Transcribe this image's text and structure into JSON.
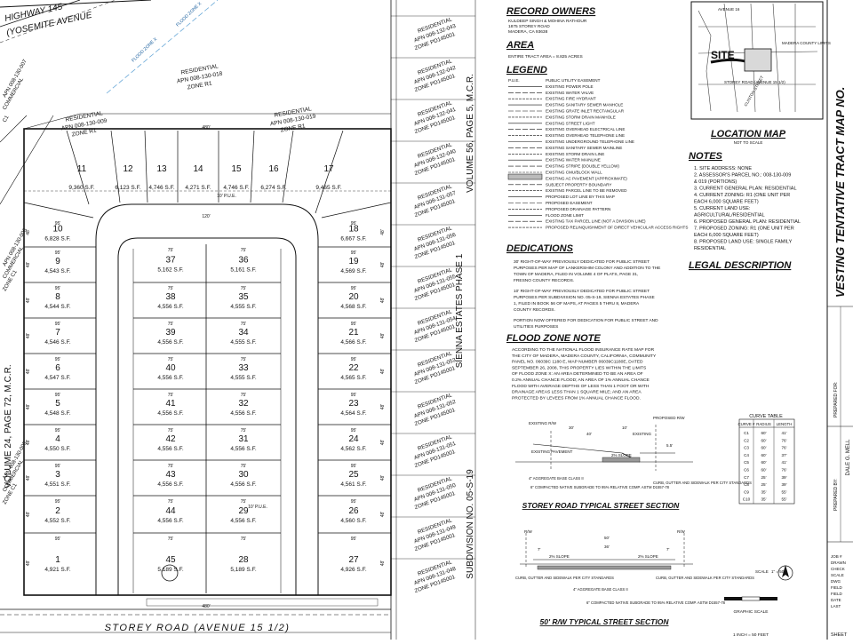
{
  "plan": {
    "highway": [
      "HIGHWAY 145",
      "(YOSEMITE AVENUE"
    ],
    "street_bottom": "STOREY ROAD (AVENUE 15 1/2)",
    "left_volume": "VOLUME 24, PAGE 72, M.C.R.",
    "center_volume": "VOLUME 56, PAGE 5, M.C.R.",
    "sienna": "SIENNA ESTATES PHASE 1",
    "subdivision": "SUBDIVISION NO. 05-S-19",
    "flood_zone": "FLOOD ZONE X",
    "top_parcels": [
      {
        "type": "RESIDENTIAL",
        "apn": "APN 008-130-018",
        "zone": "ZONE R1"
      },
      {
        "type": "RESIDENTIAL",
        "apn": "APN 008-130-009",
        "zone": "ZONE R1"
      },
      {
        "type": "RESIDENTIAL",
        "apn": "APN 008-130-019",
        "zone": "ZONE R1"
      }
    ],
    "right_parcels": [
      {
        "type": "RESIDENTIAL",
        "apn": "APN 008-132-043",
        "zone": "ZONE PD145001"
      },
      {
        "type": "RESIDENTIAL",
        "apn": "APN 008-132-042",
        "zone": "ZONE PD145001"
      },
      {
        "type": "RESIDENTIAL",
        "apn": "APN 008-132-041",
        "zone": "ZONE PD145001"
      },
      {
        "type": "RESIDENTIAL",
        "apn": "APN 008-132-040",
        "zone": "ZONE PD145001"
      },
      {
        "type": "RESIDENTIAL",
        "apn": "APN 008-131-057",
        "zone": "ZONE PD145001"
      },
      {
        "type": "RESIDENTIAL",
        "apn": "APN 008-131-056",
        "zone": "ZONE PD145001"
      },
      {
        "type": "RESIDENTIAL",
        "apn": "APN 008-131-055",
        "zone": "ZONE PD145001"
      },
      {
        "type": "RESIDENTIAL",
        "apn": "APN 008-131-054",
        "zone": "ZONE PD145001"
      },
      {
        "type": "RESIDENTIAL",
        "apn": "APN 008-131-053",
        "zone": "ZONE PD145001"
      },
      {
        "type": "RESIDENTIAL",
        "apn": "APN 008-131-052",
        "zone": "ZONE PD145001"
      },
      {
        "type": "RESIDENTIAL",
        "apn": "APN 008-131-051",
        "zone": "ZONE PD145001"
      },
      {
        "type": "RESIDENTIAL",
        "apn": "APN 008-131-050",
        "zone": "ZONE PD145001"
      },
      {
        "type": "RESIDENTIAL",
        "apn": "APN 008-131-049",
        "zone": "ZONE PD145001"
      },
      {
        "type": "RESIDENTIAL",
        "apn": "APN 008-131-048",
        "zone": "ZONE PD145001"
      }
    ],
    "left_edge_text": [
      "APN 008-130-007",
      "COMMERCIAL",
      "C1",
      "APN 008-130-006",
      "COMMERCIAL",
      "ZONE C1",
      "APN 008-130-005",
      "COMMERCIAL",
      "ZONE C1"
    ],
    "lots_left": [
      {
        "n": "10",
        "area": "6,828 S.F."
      },
      {
        "n": "9",
        "area": "4,543 S.F."
      },
      {
        "n": "8",
        "area": "4,544 S.F."
      },
      {
        "n": "7",
        "area": "4,546 S.F."
      },
      {
        "n": "6",
        "area": "4,547 S.F."
      },
      {
        "n": "5",
        "area": "4,548 S.F."
      },
      {
        "n": "4",
        "area": "4,550 S.F."
      },
      {
        "n": "3",
        "area": "4,551 S.F."
      },
      {
        "n": "2",
        "area": "4,552 S.F."
      },
      {
        "n": "1",
        "area": "4,921 S.F."
      }
    ],
    "lots_top": [
      {
        "n": "11",
        "area": "9,360 S.F."
      },
      {
        "n": "12",
        "area": "6,123 S.F."
      },
      {
        "n": "13",
        "area": "4,746 S.F."
      },
      {
        "n": "14",
        "area": "4,271 S.F."
      },
      {
        "n": "15",
        "area": "4,746 S.F."
      },
      {
        "n": "16",
        "area": "6,274 S.F."
      },
      {
        "n": "17",
        "area": "9,465 S.F."
      }
    ],
    "lots_right": [
      {
        "n": "18",
        "area": "6,667 S.F."
      },
      {
        "n": "19",
        "area": "4,569 S.F."
      },
      {
        "n": "20",
        "area": "4,568 S.F."
      },
      {
        "n": "21",
        "area": "4,566 S.F."
      },
      {
        "n": "22",
        "area": "4,565 S.F."
      },
      {
        "n": "23",
        "area": "4,564 S.F."
      },
      {
        "n": "24",
        "area": "4,562 S.F."
      },
      {
        "n": "25",
        "area": "4,561 S.F."
      },
      {
        "n": "26",
        "area": "4,560 S.F."
      },
      {
        "n": "27",
        "area": "4,926 S.F."
      }
    ],
    "lots_center_left": [
      {
        "n": "37",
        "area": "5,162 S.F."
      },
      {
        "n": "38",
        "area": "4,556 S.F."
      },
      {
        "n": "39",
        "area": "4,556 S.F."
      },
      {
        "n": "40",
        "area": "4,556 S.F."
      },
      {
        "n": "41",
        "area": "4,556 S.F."
      },
      {
        "n": "42",
        "area": "4,556 S.F."
      },
      {
        "n": "43",
        "area": "4,556 S.F."
      },
      {
        "n": "44",
        "area": "4,556 S.F."
      },
      {
        "n": "45",
        "area": "5,189 S.F."
      }
    ],
    "lots_center_right": [
      {
        "n": "36",
        "area": "5,161 S.F."
      },
      {
        "n": "35",
        "area": "4,555 S.F."
      },
      {
        "n": "34",
        "area": "4,555 S.F."
      },
      {
        "n": "33",
        "area": "4,555 S.F."
      },
      {
        "n": "32",
        "area": "4,556 S.F."
      },
      {
        "n": "31",
        "area": "4,556 S.F."
      },
      {
        "n": "30",
        "area": "4,556 S.F."
      },
      {
        "n": "29",
        "area": "4,556 S.F."
      },
      {
        "n": "28",
        "area": "5,189 S.F."
      }
    ],
    "dim_labels": {
      "left_width": "95'",
      "lot_depth": "48'",
      "center_width": "75'",
      "row_width": "48'",
      "top_span": "480'",
      "bottom_span": "480'",
      "street": "10' P.U.E.",
      "r_w": "120'"
    }
  },
  "record_owners": {
    "title": "RECORD OWNERS",
    "lines": [
      "KULDEEP SINGH & MOHINA RATHOUR",
      "1875 STOREY ROAD",
      "MADERA, CA 93638"
    ]
  },
  "area": {
    "title": "AREA",
    "text": "ENTIRE TRACT AREA = 8.825 ACRES"
  },
  "legend": {
    "title": "LEGEND",
    "items": [
      {
        "sym": "P.U.E.",
        "text": "PUBLIC UTILITY EASEMENT"
      },
      {
        "sym": "",
        "text": "EXISTING POWER POLE"
      },
      {
        "sym": "",
        "text": "EXISTING WATER VALVE"
      },
      {
        "sym": "",
        "text": "EXISTING FIRE HYDRANT"
      },
      {
        "sym": "",
        "text": "EXISTING SANITARY SEWER MANHOLE"
      },
      {
        "sym": "",
        "text": "EXISTING GRATE INLET RECTANGULAR"
      },
      {
        "sym": "",
        "text": "EXISTING STORM DRAIN MANHOLE"
      },
      {
        "sym": "",
        "text": "EXISTING STREET LIGHT"
      },
      {
        "sym": "",
        "text": "EXISTING OVERHEAD ELECTRICAL LINE"
      },
      {
        "sym": "",
        "text": "EXISTING OVERHEAD TELEPHONE LINE"
      },
      {
        "sym": "",
        "text": "EXISTING UNDERGROUND TELEPHONE LINE"
      },
      {
        "sym": "",
        "text": "EXISTING SANITARY SEWER MAINLINE"
      },
      {
        "sym": "",
        "text": "EXISTING STORM DRAIN LINE"
      },
      {
        "sym": "",
        "text": "EXISTING WATER MAINLINE"
      },
      {
        "sym": "",
        "text": "EXISTING STRIPE (DOUBLE YELLOW)"
      },
      {
        "sym": "",
        "text": "EXISTING CMU/BLOCK WALL"
      },
      {
        "sym": "",
        "text": "EXISTING AC PAVEMENT (APPROXIMATE)"
      },
      {
        "sym": "",
        "text": "SUBJECT PROPERTY BOUNDARY"
      },
      {
        "sym": "",
        "text": "EXISTING PARCEL LINE TO BE REMOVED"
      },
      {
        "sym": "",
        "text": "PROPOSED LOT LINE BY THIS MAP"
      },
      {
        "sym": "",
        "text": "PROPOSED EASEMENT"
      },
      {
        "sym": "",
        "text": "PROPOSED DRAINAGE PATTERN"
      },
      {
        "sym": "",
        "text": "FLOOD ZONE LIMIT"
      },
      {
        "sym": "",
        "text": "EXISTING TAX PARCEL LINE (NOT A DIVISION LINE)"
      },
      {
        "sym": "",
        "text": "PROPOSED RELINQUISHMENT OF DIRECT VEHICULAR ACCESS RIGHTS"
      }
    ]
  },
  "dedications": {
    "title": "DEDICATIONS",
    "items": [
      "30' RIGHT-OF-WAY PREVIOUSLY DEDICATED FOR PUBLIC STREET PURPOSES PER MAP OF LANKERSHIM COLONY AND ADDITION TO THE TOWN OF MADERA, FILED IN VOLUME 4 OF PLATS, PAGE 31, FRESNO COUNTY RECORDS.",
      "10' RIGHT-OF-WAY PREVIOUSLY DEDICATED FOR PUBLIC STREET PURPOSES PER SUBDIVISION NO. 05-S-19, SIENNA ESTATES PHASE 1, FILED IN BOOK 56 OF MAPS, AT PAGES 5 THRU 8, MADERA COUNTY RECORDS.",
      "PORTION NOW OFFERED FOR DEDICATION FOR PUBLIC STREET AND UTILITIES PURPOSES"
    ]
  },
  "flood": {
    "title": "FLOOD ZONE NOTE",
    "text": "ACCORDING TO THE NATIONAL FLOOD INSURANCE RATE MAP FOR THE CITY OF MADERA, MADERA COUNTY, CALIFORNIA, COMMUNITY PANEL NO. 06039C 1180 E, MAP NUMBER 06039C1180E, DATED SEPTEMBER 26, 2008, THIS PROPERTY LIES WITHIN THE LIMITS OF FLOOD ZONE X: AN AREA DETERMINED TO BE AN AREA OF 0.2% ANNUAL CHANCE FLOOD; AN AREA OF 1% ANNUAL CHANCE FLOOD WITH AVERAGE DEPTHS OF LESS THAN 1 FOOT OR WITH DRAINAGE AREAS LESS THAN 1 SQUARE MILE; AND AN AREA PROTECTED BY LEVEES FROM 1% ANNUAL CHANCE FLOOD."
  },
  "section1": {
    "title": "STOREY ROAD TYPICAL STREET SECTION",
    "labels": [
      "EXISTING R/W",
      "PROPOSED R/W",
      "EXISTING PAVEMENT",
      "EXISTING",
      "2% SLOPE",
      "CURB, GUTTER AND SIDEWALK PER CITY STANDARDS",
      "4\" AGGREGATE BASE CLASS II",
      "6\" COMPACTED NATIVE SUBGRADE TO 95% RELATIVE COMP. ASTM D1557-78",
      "30'",
      "10'",
      "40'",
      "5.5'"
    ]
  },
  "section2": {
    "title": "50' R/W TYPICAL STREET SECTION",
    "labels": [
      "R/W",
      "R/W",
      "2% SLOPE",
      "2% SLOPE",
      "CURB, GUTTER AND SIDEWALK PER CITY STANDARDS",
      "CURB, GUTTER AND SIDEWALK PER CITY STANDARDS",
      "4\" AGGREGATE BASE CLASS II",
      "6\" COMPACTED NATIVE SUBGRADE TO 95% RELATIVE COMP. ASTM D1557-78",
      "50'",
      "36'",
      "7'",
      "7'"
    ]
  },
  "location_map": {
    "title": "LOCATION MAP",
    "subtitle": "NOT TO SCALE",
    "site": "SITE",
    "streets": [
      "AVENUE 16",
      "STOREY ROAD (AVENUE 15 1/2)",
      "MADERA COUNTY LIMITS",
      "CLINTON STREET"
    ]
  },
  "notes": {
    "title": "NOTES",
    "items": [
      "1. SITE ADDRESS: NONE",
      "2. ASSESSOR'S PARCEL NO.: 008-130-009 & 019 (PORTIONS)",
      "3. CURRENT GENERAL PLAN: RESIDENTIAL",
      "4. CURRENT ZONING: R1 (ONE UNIT PER EACH 6,000 SQUARE FEET)",
      "5. CURRENT LAND USE: AGRICULTURAL/RESIDENTIAL",
      "6. PROPOSED GENERAL PLAN: RESIDENTIAL",
      "7. PROPOSED ZONING: R1 (ONE UNIT PER EACH 6,000 SQUARE FEET)",
      "8. PROPOSED LAND USE: SINGLE FAMILY RESIDENTIAL"
    ]
  },
  "legal": {
    "title": "LEGAL DESCRIPTION"
  },
  "curve_table": {
    "title": "CURVE TABLE",
    "headers": [
      "CURVE #",
      "RADIUS",
      "LENGTH"
    ],
    "rows": [
      [
        "C1",
        "60'",
        "41'"
      ],
      [
        "C2",
        "60'",
        "76'"
      ],
      [
        "C3",
        "60'",
        "76'"
      ],
      [
        "C4",
        "60'",
        "37'"
      ],
      [
        "C5",
        "60'",
        "41'"
      ],
      [
        "C6",
        "60'",
        "76'"
      ],
      [
        "C7",
        "25'",
        "39'"
      ],
      [
        "C8",
        "25'",
        "39'"
      ],
      [
        "C9",
        "35'",
        "55'"
      ],
      [
        "C10",
        "35'",
        "55'"
      ]
    ]
  },
  "scale": {
    "label": "SCALE",
    "ratio": "1\" = 50'",
    "graphic": "GRAPHIC SCALE",
    "unit": "1 INCH = 50 FEET"
  },
  "title_block": {
    "title": "VESTING TENTATIVE TRACT MAP NO.",
    "prepared_for": "PREPARED FOR:",
    "prepared_by": "PREPARED BY:",
    "engineer": "DALE G. MELL",
    "job": [
      "JOB #",
      "DRAWN",
      "CHECK",
      "SCALE",
      "DWG",
      "FIELD",
      "FIELD",
      "DATE",
      "LAST"
    ],
    "sheet": "SHEET"
  }
}
